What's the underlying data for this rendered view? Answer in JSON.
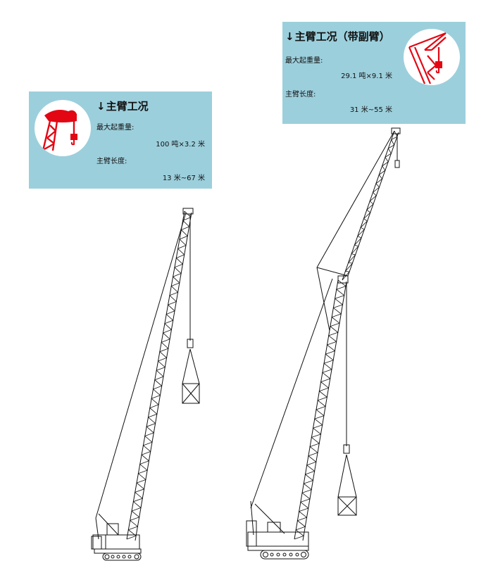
{
  "main_panel": {
    "title": "主臂工况",
    "max_load_label": "最大起重量:",
    "max_load_value": "100 吨×3.2 米",
    "boom_length_label": "主臂长度:",
    "boom_length_value": "13 米~67 米",
    "icon": "crawler-crane-boom-icon"
  },
  "jib_panel": {
    "title": "主臂工况（带副臂）",
    "max_load_label": "最大起重量:",
    "max_load_value": "29.1 吨×9.1 米",
    "boom_length_label": "主臂长度:",
    "boom_length_value": "31 米~55 米",
    "icon": "luffing-jib-crane-icon"
  },
  "colors": {
    "panel_bg": "#9ccfdc",
    "accent_red": "#e30613",
    "line": "#111111"
  }
}
